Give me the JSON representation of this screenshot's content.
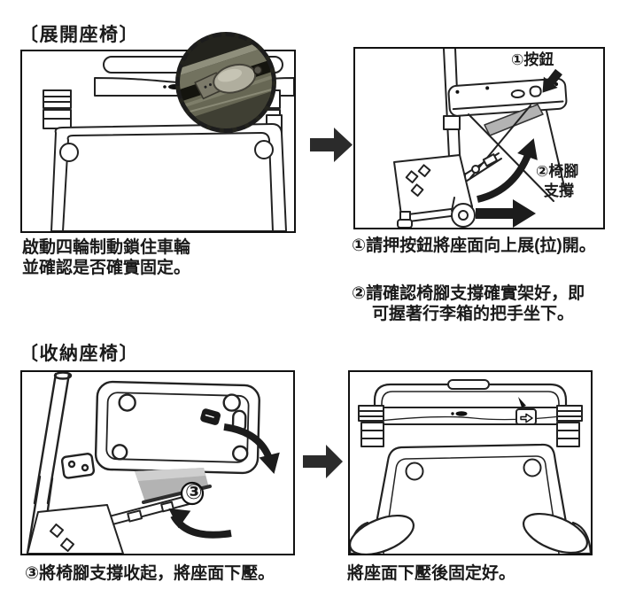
{
  "page": {
    "language": "zh-TW",
    "background": "#ffffff",
    "ink_color": "#1a1a1a",
    "panel_border_color": "#111111",
    "arrow_color": "#1c1c1c",
    "shade_gray": "#b3b3b3",
    "icons": {
      "next_step_arrow": "right-arrow-icon",
      "curved_rotate_arrow": "curved-arrow-icon",
      "inset_photo": "brake-lever-photo"
    }
  },
  "expand": {
    "header": "〔展開座椅〕",
    "caption_line1": "啟動四輪制動鎖住車輪",
    "caption_line2": "並確認是否確實固定。",
    "button_callout": "①按鈕",
    "leg_callout_line1": "②椅腳",
    "leg_callout_line2": "支撐",
    "step1": "①請押按鈕將座面向上展(拉)開。",
    "step2_line1": "②請確認椅腳支撐確實架好，即",
    "step2_line2": "可握著行李箱的把手坐下。"
  },
  "store": {
    "header": "〔收納座椅〕",
    "step3_callout": "③",
    "caption_left": "③將椅腳支撐收起，將座面下壓。",
    "caption_right": "將座面下壓後固定好。"
  }
}
